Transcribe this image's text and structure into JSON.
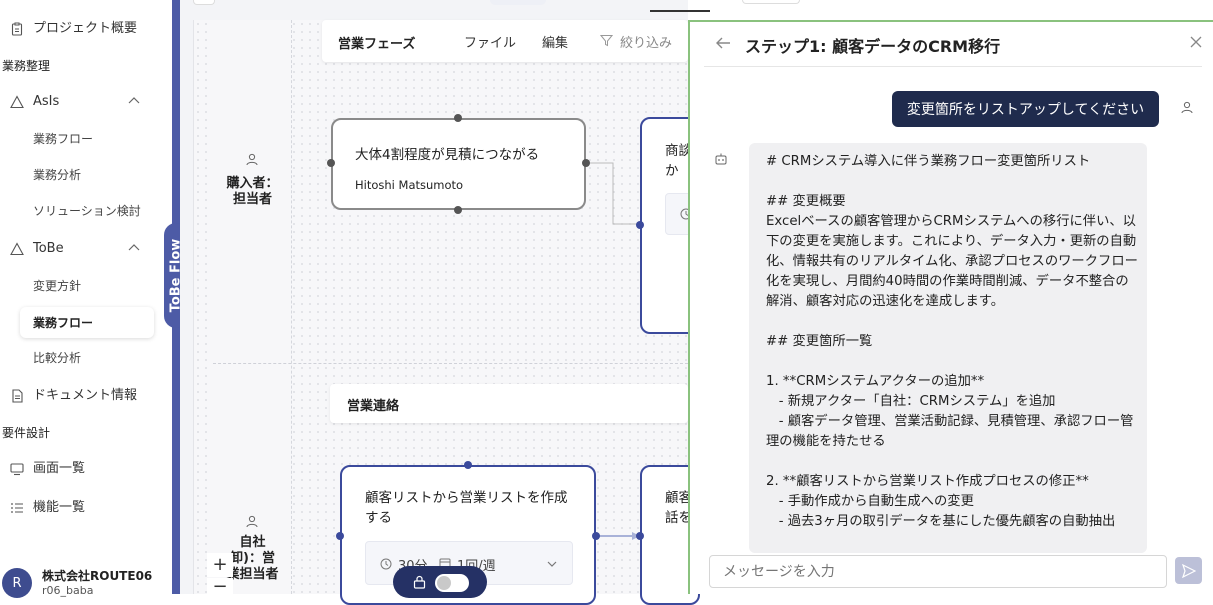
{
  "sidebar": {
    "project_overview": "プロジェクト概要",
    "section_business": "業務整理",
    "asis": {
      "label": "AsIs",
      "items": [
        "業務フロー",
        "業務分析",
        "ソリューション検討"
      ]
    },
    "tobe": {
      "label": "ToBe",
      "items": [
        "変更方針",
        "業務フロー",
        "比較分析"
      ]
    },
    "document_info": "ドキュメント情報",
    "section_requirements": "要件設計",
    "screen_list": "画面一覧",
    "function_list": "機能一覧",
    "tobe_flow_tab": "ToBe Flow",
    "user": {
      "avatar_letter": "R",
      "company": "株式会社ROUTE06",
      "username": "r06_baba"
    }
  },
  "canvas": {
    "phase1": {
      "label": "営業フェーズ",
      "menu": [
        "ファイル",
        "編集",
        "絞り込み"
      ]
    },
    "phase2": {
      "label": "営業連絡"
    },
    "lanes": [
      {
        "label": "購入者：\n担当者"
      },
      {
        "label": "自社\n卸)：営\n業担当者"
      }
    ],
    "nodes": [
      {
        "title": "大体4割程度が見積につながる",
        "actor": "Hitoshi Matsumoto"
      },
      {
        "title": "商談\nか"
      },
      {
        "title": "顧客リストから営業リストを作成する",
        "time": "30分",
        "freq": "1回/週"
      },
      {
        "title": "顧客\n話を"
      }
    ],
    "zoom_in": "+",
    "zoom_out": "−"
  },
  "panel": {
    "title": "ステップ1: 顧客データのCRM移行",
    "user_message": "変更箇所をリストアップしてください",
    "bot_message": "# CRMシステム導入に伴う業務フロー変更箇所リスト\n\n## 変更概要\nExcelベースの顧客管理からCRMシステムへの移行に伴い、以下の変更を実施します。これにより、データ入力・更新の自動化、情報共有のリアルタイム化、承認プロセスのワークフロー化を実現し、月間約40時間の作業時間削減、データ不整合の解消、顧客対応の迅速化を達成します。\n\n## 変更箇所一覧\n\n1. **CRMシステムアクターの追加**\n   - 新規アクター「自社：CRMシステム」を追加\n   - 顧客データ管理、営業活動記録、見積管理、承認フロー管理の機能を持たせる\n\n2. **顧客リストから営業リスト作成プロセスの修正**\n   - 手動作成から自動生成への変更\n   - 過去3ヶ月の取引データを基にした優先顧客の自動抽出",
    "input_placeholder": "メッセージを入力"
  },
  "colors": {
    "accent": "#4d5ba6",
    "dark_navy": "#1f2b4d",
    "panel_border": "#8ac27e"
  }
}
